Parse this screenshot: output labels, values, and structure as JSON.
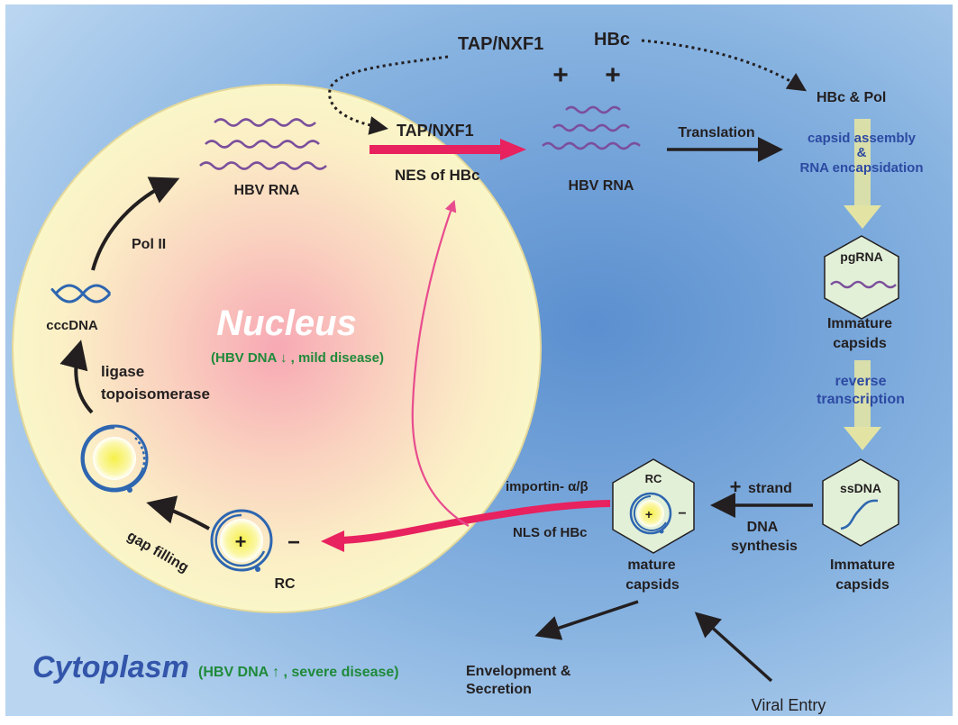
{
  "labels": {
    "tap_top": "TAP/NXF1",
    "hbc_top": "HBc",
    "plus_sign": "+",
    "minus_sign": "−",
    "hbc_pol": "HBc & Pol",
    "tap_inner": "TAP/NXF1",
    "nes_hbc": "NES of  HBc",
    "hbv_rna_nucleus": "HBV RNA",
    "hbv_rna_cyto": "HBV RNA",
    "translation": "Translation",
    "capsid_assembly": "capsid assembly",
    "ampersand": "&",
    "rna_encapsidation": "RNA encapsidation",
    "pgrna": "pgRNA",
    "immature_capsids_1a": "Immature",
    "immature_capsids_1b": "capsids",
    "reverse": "reverse",
    "transcription": "transcription",
    "ssdna": "ssDNA",
    "immature_capsids_2a": "Immature",
    "immature_capsids_2b": "capsids",
    "strand": "strand",
    "dna": "DNA",
    "synthesis": "synthesis",
    "rc_capsid": "RC",
    "mature_a": "mature",
    "mature_b": "capsids",
    "importin": "importin- α/β",
    "nls_hbc": "NLS of HBc",
    "rc_nucleus": "RC",
    "gap_filling": "gap filling",
    "ligase": "ligase",
    "topoisomerase": "topoisomerase",
    "cccdna": "cccDNA",
    "pol_ii": "Pol II",
    "nucleus": "Nucleus",
    "nucleus_note": "(HBV DNA ↓ , mild disease)",
    "cytoplasm": "Cytoplasm",
    "cytoplasm_note": "(HBV DNA ↑ , severe disease)",
    "envelopment_a": "Envelopment &",
    "envelopment_b": "Secretion",
    "viral_entry": "Viral Entry"
  },
  "colors": {
    "dark_text": "#231f20",
    "blue_text": "#2d4aa3",
    "green_text": "#1f8a3a",
    "nucleus_title": "#ffffff",
    "cytoplasm_title": "#3355aa",
    "magenta": "#e8215f",
    "pink_thin": "#e84c8e",
    "wave": "#7b4f9c",
    "rc_ring": "#2e66b0",
    "hexagon_fill": "#e2f0d8",
    "yellow_arrow": "#e3e4a4",
    "nucleus_fill": "#f8f4c4"
  }
}
